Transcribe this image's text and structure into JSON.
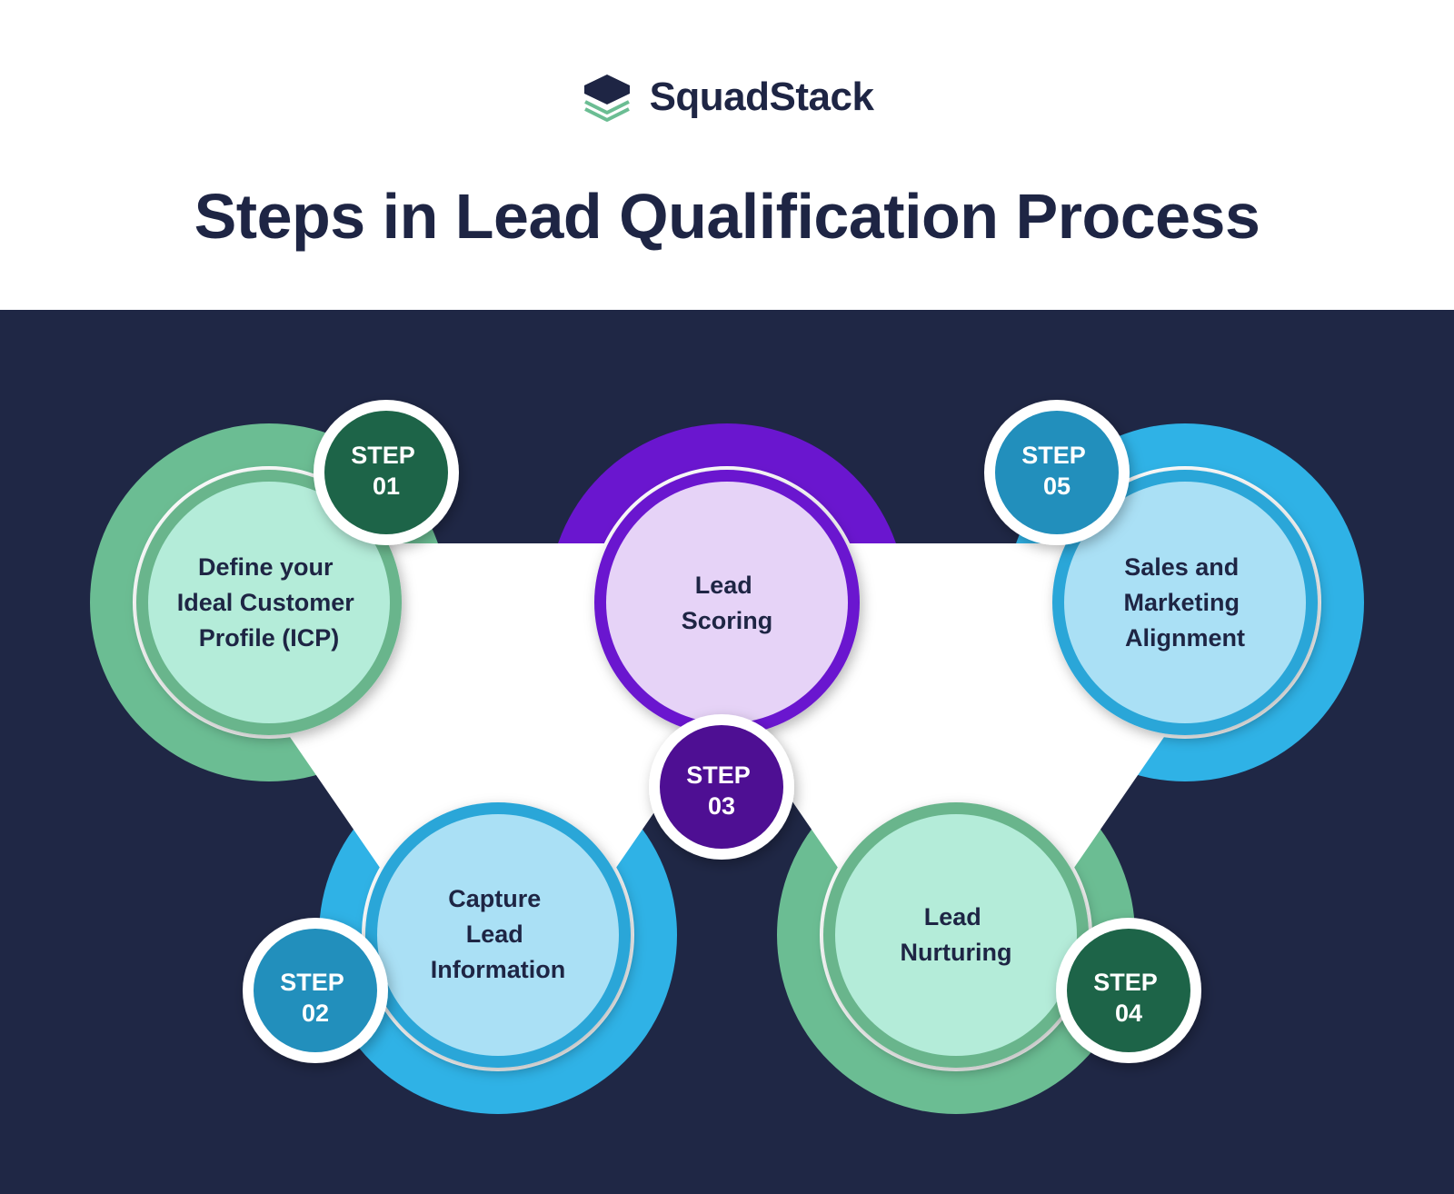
{
  "brand": {
    "name": "SquadStack",
    "logo_icon": "stack-icon"
  },
  "title": "Steps in Lead Qualification Process",
  "steps": [
    {
      "line1": "STEP",
      "line2": "01",
      "label": [
        "Define your",
        "Ideal Customer",
        "Profile (ICP)"
      ],
      "color": "#6bbd93"
    },
    {
      "line1": "STEP",
      "line2": "02",
      "label": [
        "Capture",
        "Lead",
        "Information"
      ],
      "color": "#2fb2e6"
    },
    {
      "line1": "STEP",
      "line2": "03",
      "label": [
        "Lead",
        "Scoring"
      ],
      "color": "#6a16cf"
    },
    {
      "line1": "STEP",
      "line2": "04",
      "label": [
        "Lead",
        "Nurturing"
      ],
      "color": "#6bbd93"
    },
    {
      "line1": "STEP",
      "line2": "05",
      "label": [
        "Sales and",
        "Marketing",
        "Alignment"
      ],
      "color": "#2fb2e6"
    }
  ],
  "colors": {
    "header_bg": "#ffffff",
    "panel_bg": "#1f2745",
    "text_dark": "#1e2544",
    "green_ring": "#6bbd93",
    "green_inner": "#b4ecd9",
    "green_badge": "#1d6448",
    "blue_ring": "#2fb2e6",
    "blue_inner": "#aae0f5",
    "blue_badge": "#228fbc",
    "purple_ring": "#6a16cf",
    "purple_inner": "#e6d3f7",
    "purple_badge": "#4e0f93"
  }
}
